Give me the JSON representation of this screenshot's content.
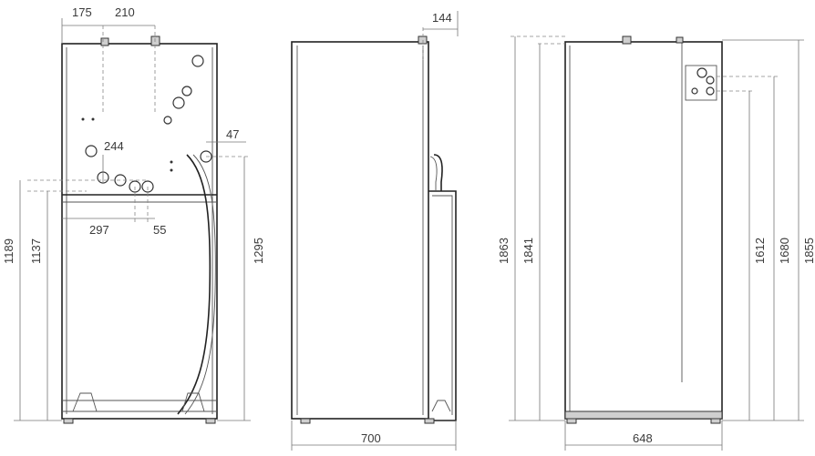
{
  "dimensions": {
    "front": {
      "top_a": "175",
      "top_b": "210",
      "inlet_height": "244",
      "right_offset": "47",
      "bottom_a": "297",
      "bottom_b": "55",
      "left_h1": "1189",
      "left_h2": "1137",
      "right_h": "1295"
    },
    "side": {
      "top": "144",
      "width": "700"
    },
    "rear": {
      "h1": "1863",
      "h2": "1841",
      "h3": "1612",
      "h4": "1680",
      "h5": "1855",
      "width": "648"
    }
  }
}
